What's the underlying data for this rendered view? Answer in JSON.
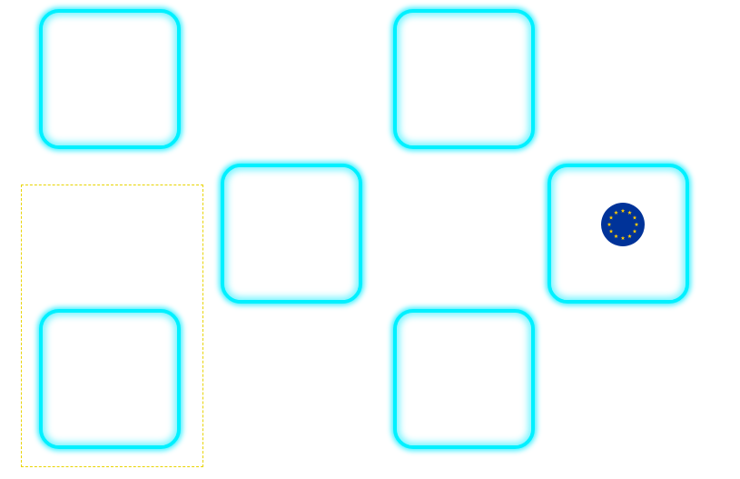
{
  "board": {
    "tiles": [
      {
        "id": "tile-1",
        "token": ""
      },
      {
        "id": "tile-2",
        "token": ""
      },
      {
        "id": "tile-3",
        "token": ""
      },
      {
        "id": "tile-4",
        "token": "eu-flag-icon"
      },
      {
        "id": "tile-5",
        "token": ""
      },
      {
        "id": "tile-6",
        "token": ""
      }
    ],
    "colors": {
      "tile_glow": "#00f0ff",
      "selection_outline": "#e8d400",
      "flag_blue": "#003399",
      "flag_star": "#ffcc00"
    }
  }
}
